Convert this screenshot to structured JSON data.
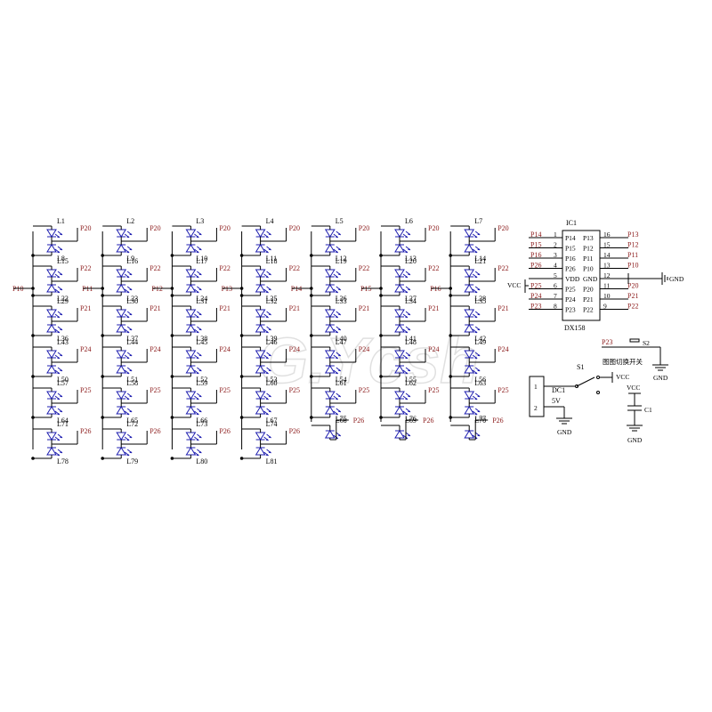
{
  "watermark": "G.Ycsh",
  "columns": [
    {
      "input": "P10",
      "leds": [
        "L1",
        "L8",
        "L15",
        "L22",
        "L29",
        "L36",
        "L43",
        "L50",
        "L57",
        "L64",
        "L71",
        "L78"
      ]
    },
    {
      "input": "P11",
      "leds": [
        "L2",
        "L9",
        "L16",
        "L23",
        "L30",
        "L37",
        "L44",
        "L51",
        "L58",
        "L65",
        "L72",
        "L79"
      ]
    },
    {
      "input": "P12",
      "leds": [
        "L3",
        "L10",
        "L17",
        "L24",
        "L31",
        "L38",
        "L45",
        "L52",
        "L59",
        "L66",
        "L73",
        "L80"
      ]
    },
    {
      "input": "P13",
      "leds": [
        "L4",
        "L11",
        "L18",
        "L25",
        "L32",
        "L39",
        "L46",
        "L53",
        "L60",
        "L67",
        "L74",
        "L81"
      ]
    },
    {
      "input": "P14",
      "leds": [
        "L5",
        "L12",
        "L19",
        "L26",
        "L33",
        "L40",
        "L47",
        "L54",
        "L61",
        "L68",
        "L75"
      ]
    },
    {
      "input": "P15",
      "leds": [
        "L6",
        "L13",
        "L20",
        "L27",
        "L34",
        "L41",
        "L48",
        "L55",
        "L62",
        "L69",
        "L76"
      ]
    },
    {
      "input": "P16",
      "leds": [
        "L7",
        "L14",
        "L21",
        "L28",
        "L35",
        "L42",
        "L49",
        "L56",
        "L63",
        "L70",
        "L77"
      ]
    }
  ],
  "row_nets": [
    "P20",
    "P22",
    "P21",
    "P24",
    "P25",
    "P26"
  ],
  "ic": {
    "ref": "IC1",
    "part": "DX158",
    "left_pins": [
      {
        "net": "P14",
        "num": "1",
        "name": "P14"
      },
      {
        "net": "P15",
        "num": "2",
        "name": "P15"
      },
      {
        "net": "P16",
        "num": "3",
        "name": "P16"
      },
      {
        "net": "P26",
        "num": "4",
        "name": "P26"
      },
      {
        "net": "VCC",
        "num": "5",
        "name": "VDD"
      },
      {
        "net": "P25",
        "num": "6",
        "name": "P25"
      },
      {
        "net": "P24",
        "num": "7",
        "name": "P24"
      },
      {
        "net": "P23",
        "num": "8",
        "name": "P23"
      }
    ],
    "right_pins": [
      {
        "net": "P13",
        "num": "16",
        "name": "P13"
      },
      {
        "net": "P12",
        "num": "15",
        "name": "P12"
      },
      {
        "net": "P11",
        "num": "14",
        "name": "P11"
      },
      {
        "net": "P10",
        "num": "13",
        "name": "P10"
      },
      {
        "net": "GND",
        "num": "12",
        "name": "GND"
      },
      {
        "net": "P20",
        "num": "11",
        "name": "P20"
      },
      {
        "net": "P21",
        "num": "10",
        "name": "P21"
      },
      {
        "net": "P22",
        "num": "9",
        "name": "P22"
      }
    ]
  },
  "power": {
    "switch_s2": "S2",
    "switch_s2_net": "P23",
    "switch_s2_caption": "图图切换开关",
    "gnd": "GND",
    "vcc": "VCC",
    "switch_s1": "S1",
    "dc_ref": "DC1",
    "dc_value": "5V",
    "dc_pin1": "1",
    "dc_pin2": "2",
    "cap": "C1"
  }
}
